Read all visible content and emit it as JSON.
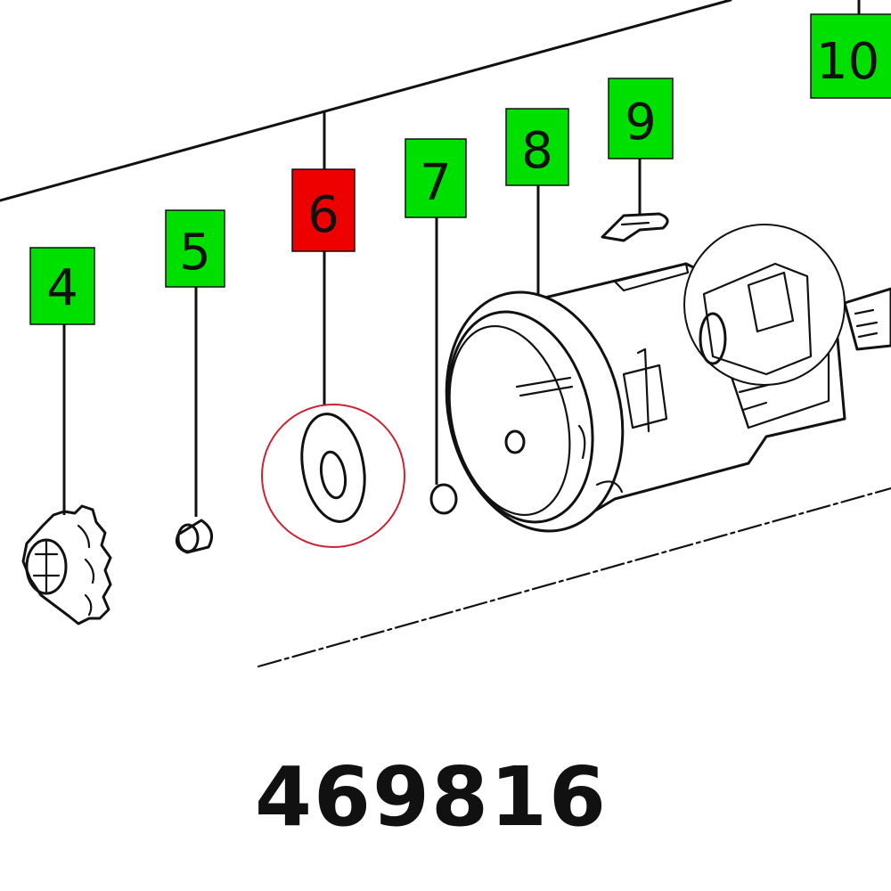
{
  "diagram": {
    "part_number": "469816",
    "callouts": [
      {
        "id": "callout-4",
        "label": "4",
        "status": "normal"
      },
      {
        "id": "callout-5",
        "label": "5",
        "status": "normal"
      },
      {
        "id": "callout-6",
        "label": "6",
        "status": "selected"
      },
      {
        "id": "callout-7",
        "label": "7",
        "status": "normal"
      },
      {
        "id": "callout-8",
        "label": "8",
        "status": "normal"
      },
      {
        "id": "callout-9",
        "label": "9",
        "status": "normal"
      },
      {
        "id": "callout-10",
        "label": "10",
        "status": "normal"
      }
    ],
    "colors": {
      "normal_fill": "#00e000",
      "selected_fill": "#ee0000",
      "highlight_ring": "#cc2233",
      "line": "#111111"
    }
  }
}
